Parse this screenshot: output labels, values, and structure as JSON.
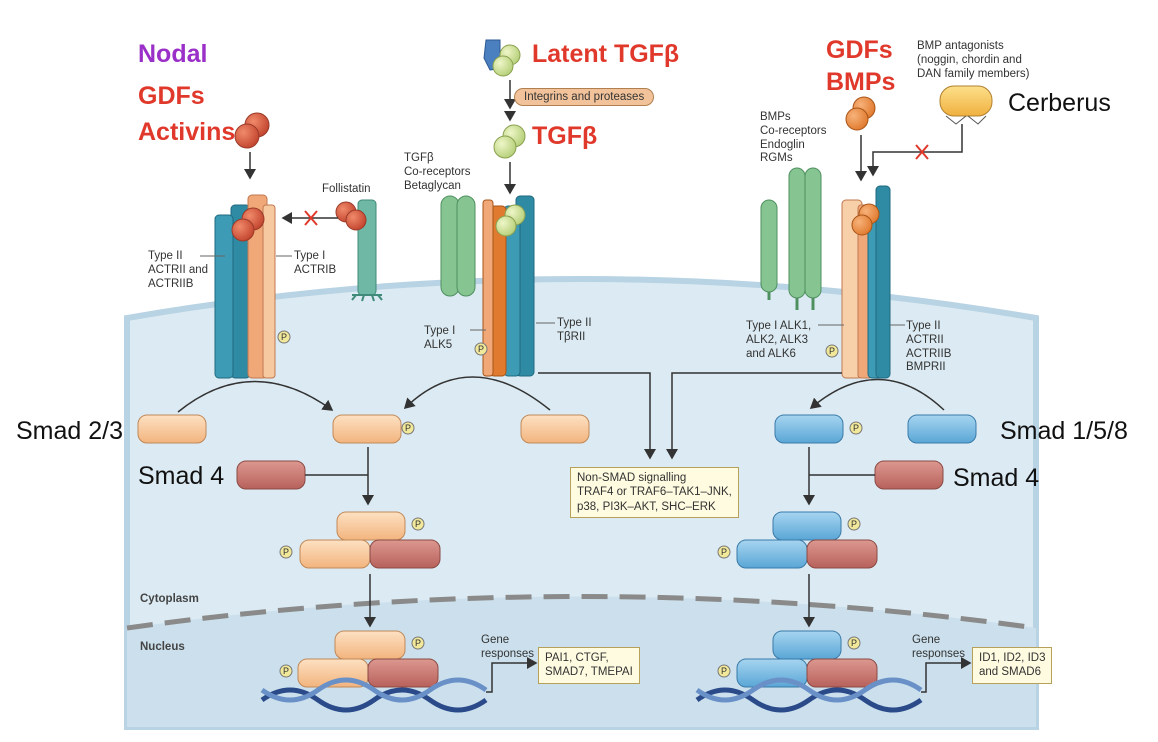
{
  "ligands_left": {
    "nodal": "Nodal",
    "gdfs": "GDFs",
    "activins": "Activins"
  },
  "ligands_center": {
    "latent_tgfb": "Latent TGFβ",
    "integrins": "Integrins and proteases",
    "tgfb": "TGFβ"
  },
  "ligands_right": {
    "gdfs": "GDFs",
    "bmps": "BMPs",
    "cerberus": "Cerberus",
    "antagonists": [
      "BMP antagonists",
      "(noggin, chordin and",
      "DAN family members)"
    ]
  },
  "left_receptor": {
    "follistatin": "Follistatin",
    "type2": [
      "Type II",
      "ACTRII and",
      "ACTRIIB"
    ],
    "type1": [
      "Type I",
      "ACTRIB"
    ]
  },
  "center_receptor": {
    "coreceptors": [
      "TGFβ",
      "Co-receptors",
      "Betaglycan"
    ],
    "type1": [
      "Type I",
      "ALK5"
    ],
    "type2": [
      "Type II",
      "TβRII"
    ]
  },
  "right_receptor": {
    "coreceptors": [
      "BMPs",
      "Co-receptors",
      "Endoglin",
      "RGMs"
    ],
    "type1": [
      "Type I ALK1,",
      "ALK2, ALK3",
      "and ALK6"
    ],
    "type2": [
      "Type II",
      "ACTRII",
      "ACTRIIB",
      "BMPRII"
    ]
  },
  "smads": {
    "left_r": "Smad 2/3",
    "left_co": "Smad 4",
    "right_r": "Smad 1/5/8",
    "right_co": "Smad 4"
  },
  "non_smad": [
    "Non-SMAD signalling",
    "TRAF4 or TRAF6–TAK1–JNK,",
    "p38, PI3K–AKT, SHC–ERK"
  ],
  "compartments": {
    "cytoplasm": "Cytoplasm",
    "nucleus": "Nucleus"
  },
  "gene_left": {
    "label": [
      "Gene",
      "responses"
    ],
    "targets": [
      "PAI1, CTGF,",
      "SMAD7, TMEPAI"
    ]
  },
  "gene_right": {
    "label": [
      "Gene",
      "responses"
    ],
    "targets": [
      "ID1, ID2, ID3",
      "and SMAD6"
    ]
  },
  "phospho": "P",
  "colors": {
    "cell": "#dcebf3",
    "nucleus": "#cbe0ec",
    "membrane": "#b8d3e3",
    "receptor_teal": "#2f8aa4",
    "receptor_peach": "#f0a878",
    "receptor_orange": "#e07a2e",
    "coreceptor_green": "#86c592",
    "ligand_red": "#d9553b",
    "ligand_green": "#c8e08a",
    "smad_peach": "#f7c08e",
    "smad_red": "#c4706a",
    "smad_blue": "#6ab3dc",
    "x_mark": "#e0392b"
  }
}
